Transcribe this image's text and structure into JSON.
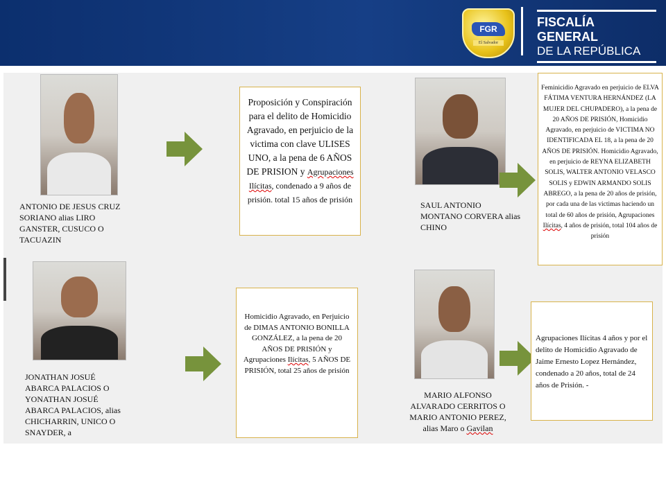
{
  "header": {
    "badge_text": "FGR",
    "badge_country": "El Salvador",
    "title_line1": "FISCALÍA GENERAL",
    "title_line2": "DE LA REPÚBLICA"
  },
  "cases": [
    {
      "name": "ANTONIO DE JESUS CRUZ SORIANO alias LIRO GANSTER, CUSUCO O TACUAZIN",
      "sentence": [
        "Proposición y Conspiración para el delito de Homicidio Agravado, en perjuicio de la victima con clave ULISES UNO, a la pena de 6  AÑOS DE PRISION  y ",
        "Agrupaciones Ilícitas",
        ", condenado a 9   años de prisión.  total 15 años de prisión"
      ]
    },
    {
      "name": "SAUL ANTONIO MONTANO CORVERA alias CHINO",
      "sentence": [
        "Feminicidio Agravado en perjuicio de ELVA FÁTIMA VENTURA HERNÁNDEZ (LA MUJER DEL CHUPADERO), a la pena de 20 AÑOS DE PRISIÓN,  Homicidio Agravado, en perjuicio de VICTIMA NO IDENTIFICADA EL 18, a la pena de 20 AÑOS DE PRISIÓN. Homicidio Agravado, en perjuicio de REYNA ELIZABETH SOLIS, WALTER ANTONIO VELASCO SOLIS y EDWIN ARMANDO SOLIS ABREGO, a la pena de 20 años de prisión, por cada una de las victimas haciendo un total de 60 años de prisión, Agrupaciones ",
        "Ilícitas",
        ", 4 años de prisión,  total 104 años de prisión"
      ]
    },
    {
      "name": "JONATHAN JOSUÉ ABARCA PALACIOS O YONATHAN JOSUÉ ABARCA PALACIOS, alias CHICHARRIN, UNICO O SNAYDER, a",
      "sentence": [
        "Homicidio Agravado, en Perjuicio de DIMAS ANTONIO BONILLA GONZÁLEZ, a la pena de 20  AÑOS DE PRISIÓN y Agrupaciones ",
        "Ilícitas",
        ", 5  AÑOS DE PRISIÓN, total 25 años de prisión"
      ]
    },
    {
      "name_parts": [
        "MARIO ALFONSO ALVARADO CERRITOS O MARIO ANTONIO PEREZ, alias Maro o ",
        "Gavilan"
      ],
      "sentence": [
        "Agrupaciones Ilícitas 4 años  y por el delito de Homicidio Agravado de Jaime Ernesto Lopez Hernández,  condenado a 20 años, total de 24 años de Prisión. -"
      ]
    }
  ]
}
